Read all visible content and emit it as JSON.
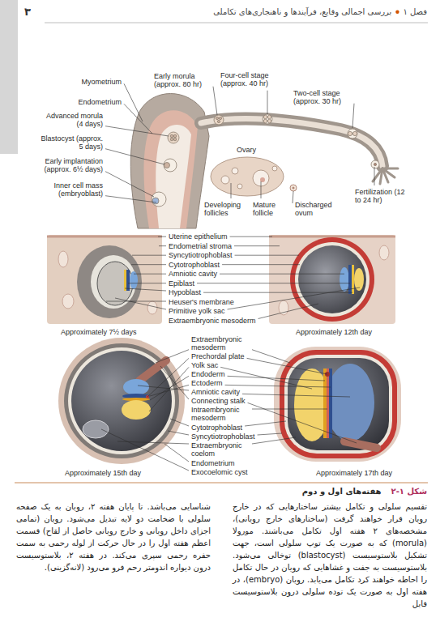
{
  "diagram": {
    "caption": "هفته‌های اول و دوم",
    "labels": [
      "۳",
      "فصل ۱",
      "بررسی اجمالی وقایع، فرآیندها و ناهنجاری‌های تکاملی",
      "Myometrium",
      "Endometrium",
      "Early morula (approx. 80 hr)",
      "Four-cell stage (approx. 40 hr)",
      "Two-cell stage (approx. 30 hr)",
      "Advanced morula (4 days)",
      "Blastocyst (approx. 5 days)",
      "Early implantation (approx. 6½ days)",
      "Inner cell mass (embryoblast)",
      "Ovary",
      "Developing follicles",
      "Mature follicle",
      "Discharged ovum",
      "Fertilization (12 to 24 hr)",
      "Uterine epithelium",
      "Endometrial stroma",
      "Syncytiotrophoblast",
      "Cytotrophoblast",
      "Amniotic cavity",
      "Epiblast",
      "Hypoblast",
      "Heuser's membrane",
      "Primitive yolk sac",
      "Extraembryonic mesoderm",
      "Approximately 7½ days",
      "Approximately 12th day",
      "Extraembryonic mesoderm",
      "Prechordal plate",
      "Yolk sac",
      "Endoderm",
      "Ectoderm",
      "Amniotic cavity",
      "Connecting stalk",
      "Intraembryonic mesoderm",
      "Cytotrophoblast",
      "Syncytiotrophoblast",
      "Extraembryonic coelom",
      "Endometrium",
      "Exocoelomic cyst",
      "Approximately 15th day",
      "Approximately 17th day",
      "شکل ۱-۲",
      "تقسیم سلولی و تکامل بیشتر ساختارهایی که در خارج رویان قرار خواهند گرفت (ساختارهای خارج رویانی)، مشخصه‌های ۲ هفته اول تکامل می‌باشند. مورولا (morula) که به صورت یک توپ سلولی است، جهت تشکیل بلاستوسیست (blastocyst) توخالی می‌شود. بلاستوسیست به جفت و غشاهایی که رویان در حال تکامل را احاطه خواهند کرد تکامل می‌یابد. رویان (embryo)، در هفته اول به صورت یک توده سلولی درون بلاستوسیست قابل",
      "شناسایی می‌باشد. تا پایان هفته ۲، رویان به یک صفحه سلولی با ضخامت دو لایه تبدیل می‌شود. رویان (تمامی اجزای داخل رویانی و خارج رویانی حاصل از لقاح) قسمت اعظم هفته اول را در حال حرکت از لوله رحمی به سمت حفره رحمی سپری می‌کند. در هفته ۲، بلاستوسیست درون دیواره اندومتر رحم فرو می‌رود (لانه‌گزینی)."
    ]
  }
}
